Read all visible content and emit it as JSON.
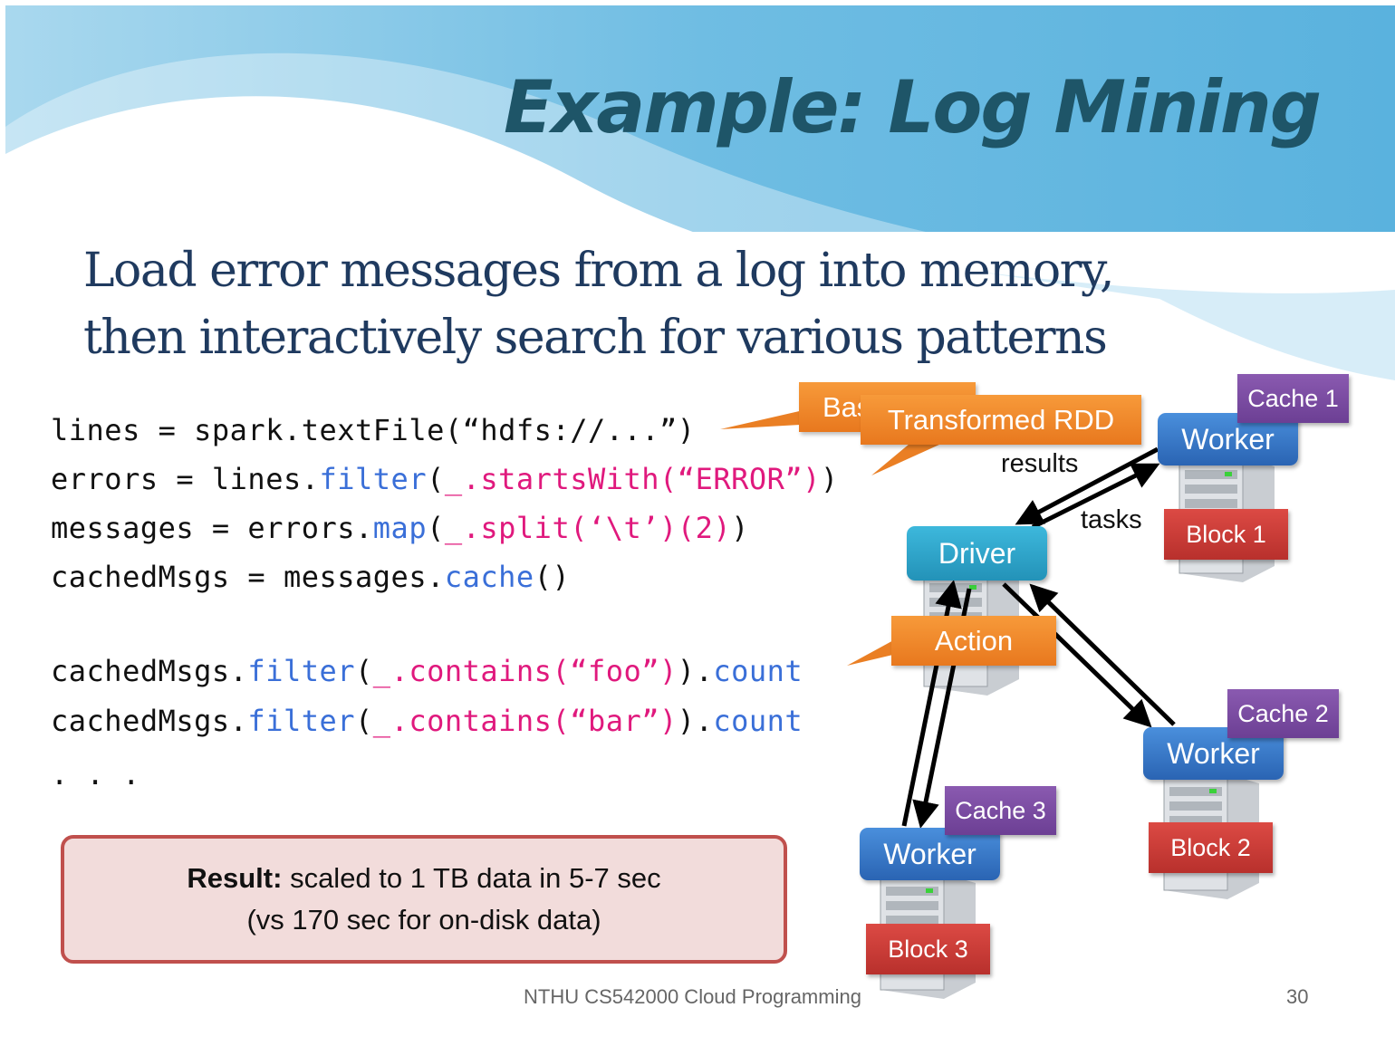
{
  "slide": {
    "title": "Example: Log Mining",
    "subtitle_lines": [
      "Load error messages from a log into memory,",
      "then interactively search for various patterns"
    ],
    "code_lines": [
      [
        {
          "t": "plain",
          "s": "lines = spark.textFile("
        },
        {
          "t": "plain",
          "s": "“hdfs://...”)"
        }
      ],
      [
        {
          "t": "plain",
          "s": "errors = lines."
        },
        {
          "t": "method",
          "s": "filter"
        },
        {
          "t": "plain",
          "s": "("
        },
        {
          "t": "arg",
          "s": "_.startsWith(“ERROR”)"
        },
        {
          "t": "plain",
          "s": ")"
        }
      ],
      [
        {
          "t": "plain",
          "s": "messages = errors."
        },
        {
          "t": "method",
          "s": "map"
        },
        {
          "t": "plain",
          "s": "("
        },
        {
          "t": "arg",
          "s": "_.split(‘\\t’)(2)"
        },
        {
          "t": "plain",
          "s": ")"
        }
      ],
      [
        {
          "t": "plain",
          "s": "cachedMsgs = messages."
        },
        {
          "t": "method",
          "s": "cache"
        },
        {
          "t": "plain",
          "s": "()"
        }
      ],
      [
        {
          "t": "plain",
          "s": "cachedMsgs."
        },
        {
          "t": "method",
          "s": "filter"
        },
        {
          "t": "plain",
          "s": "("
        },
        {
          "t": "arg",
          "s": "_.contains(“foo”)"
        },
        {
          "t": "plain",
          "s": ")."
        },
        {
          "t": "method",
          "s": "count"
        }
      ],
      [
        {
          "t": "plain",
          "s": "cachedMsgs."
        },
        {
          "t": "method",
          "s": "filter"
        },
        {
          "t": "plain",
          "s": "("
        },
        {
          "t": "arg",
          "s": "_.contains(“bar”)"
        },
        {
          "t": "plain",
          "s": ")."
        },
        {
          "t": "method",
          "s": "count"
        }
      ],
      [
        {
          "t": "plain",
          "s": ". . ."
        }
      ]
    ],
    "result": {
      "bold": "Result:",
      "line1_rest": " scaled to 1 TB data in 5-7 sec",
      "line2": "(vs 170 sec for on-disk data)"
    },
    "footer": {
      "course": "NTHU CS542000 Cloud Programming",
      "page_number": "30"
    }
  },
  "diagram": {
    "callouts": {
      "base_rdd": "Base RDD",
      "transformed_rdd": "Transformed RDD",
      "action": "Action"
    },
    "driver_label": "Driver",
    "edge_labels": {
      "results": "results",
      "tasks": "tasks"
    },
    "workers": [
      {
        "label": "Worker",
        "cache": "Cache 1",
        "block": "Block 1"
      },
      {
        "label": "Worker",
        "cache": "Cache 2",
        "block": "Block 2"
      },
      {
        "label": "Worker",
        "cache": "Cache 3",
        "block": "Block 3"
      }
    ]
  },
  "colors": {
    "title": "#1e5568",
    "subtitle": "#1f3a5f",
    "method": "#3a6fd8",
    "argument": "#e0197d",
    "callout": "#f08a2c",
    "worker": "#3576c8",
    "driver": "#2ea6cc",
    "cache": "#7a4ca3",
    "block": "#cc3c37",
    "result_fill": "#f2dcdb",
    "result_border": "#c0504d"
  }
}
